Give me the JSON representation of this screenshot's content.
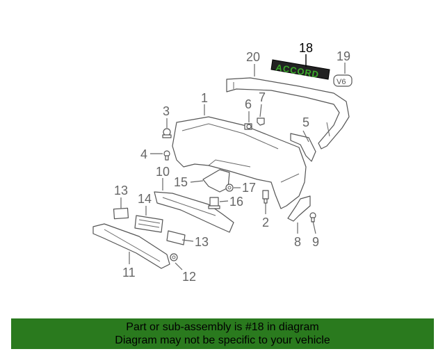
{
  "diagram": {
    "callouts": [
      "1",
      "2",
      "3",
      "4",
      "5",
      "6",
      "7",
      "8",
      "9",
      "10",
      "11",
      "12",
      "13",
      "13",
      "14",
      "15",
      "16",
      "17",
      "18",
      "19",
      "20"
    ],
    "highlighted_callout": "18",
    "emblem_text": "ACCORD",
    "badge_text": "V6"
  },
  "banner": {
    "line1": "Part or sub-assembly is #18 in diagram",
    "line2": "Diagram may not be specific to your vehicle",
    "color": "#2a7a1e"
  }
}
